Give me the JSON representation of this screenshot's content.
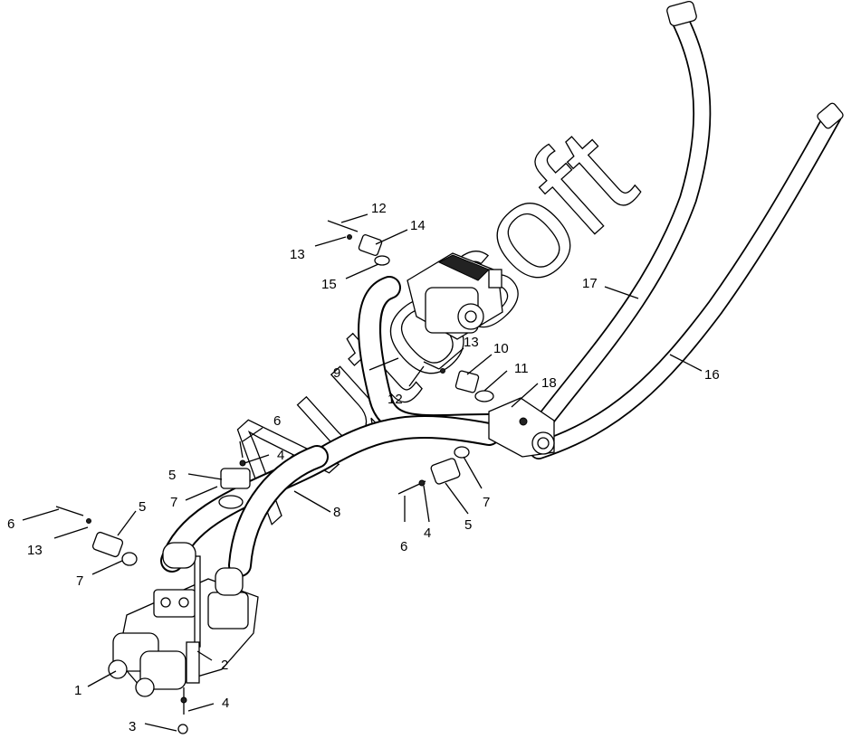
{
  "watermark": "Autosoft",
  "callouts": [
    {
      "id": "c1",
      "label": "1"
    },
    {
      "id": "c2",
      "label": "2"
    },
    {
      "id": "c3",
      "label": "3"
    },
    {
      "id": "c4a",
      "label": "4"
    },
    {
      "id": "c4b",
      "label": "4"
    },
    {
      "id": "c4c",
      "label": "4"
    },
    {
      "id": "c5a",
      "label": "5"
    },
    {
      "id": "c5b",
      "label": "5"
    },
    {
      "id": "c5c",
      "label": "5"
    },
    {
      "id": "c6a",
      "label": "6"
    },
    {
      "id": "c6b",
      "label": "6"
    },
    {
      "id": "c6c",
      "label": "6"
    },
    {
      "id": "c7a",
      "label": "7"
    },
    {
      "id": "c7b",
      "label": "7"
    },
    {
      "id": "c7c",
      "label": "7"
    },
    {
      "id": "c8",
      "label": "8"
    },
    {
      "id": "c9",
      "label": "9"
    },
    {
      "id": "c10",
      "label": "10"
    },
    {
      "id": "c11",
      "label": "11"
    },
    {
      "id": "c12a",
      "label": "12"
    },
    {
      "id": "c12b",
      "label": "12"
    },
    {
      "id": "c13a",
      "label": "13"
    },
    {
      "id": "c13b",
      "label": "13"
    },
    {
      "id": "c13c",
      "label": "13"
    },
    {
      "id": "c14",
      "label": "14"
    },
    {
      "id": "c15",
      "label": "15"
    },
    {
      "id": "c16",
      "label": "16"
    },
    {
      "id": "c17",
      "label": "17"
    },
    {
      "id": "c18",
      "label": "18"
    }
  ]
}
